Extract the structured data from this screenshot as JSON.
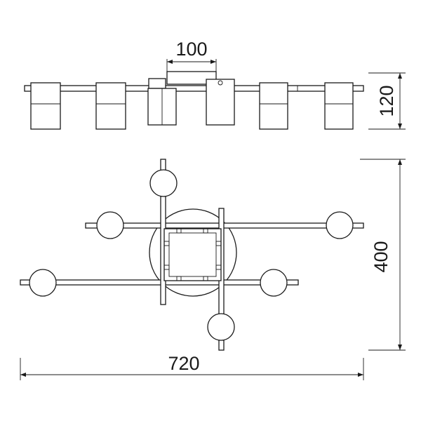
{
  "drawing": {
    "dimensions": {
      "top_width": "100",
      "side_height": "120",
      "plan_height": "400",
      "overall_width": "720"
    },
    "colors": {
      "stroke": "#1a1a1a",
      "background": "#ffffff"
    }
  }
}
